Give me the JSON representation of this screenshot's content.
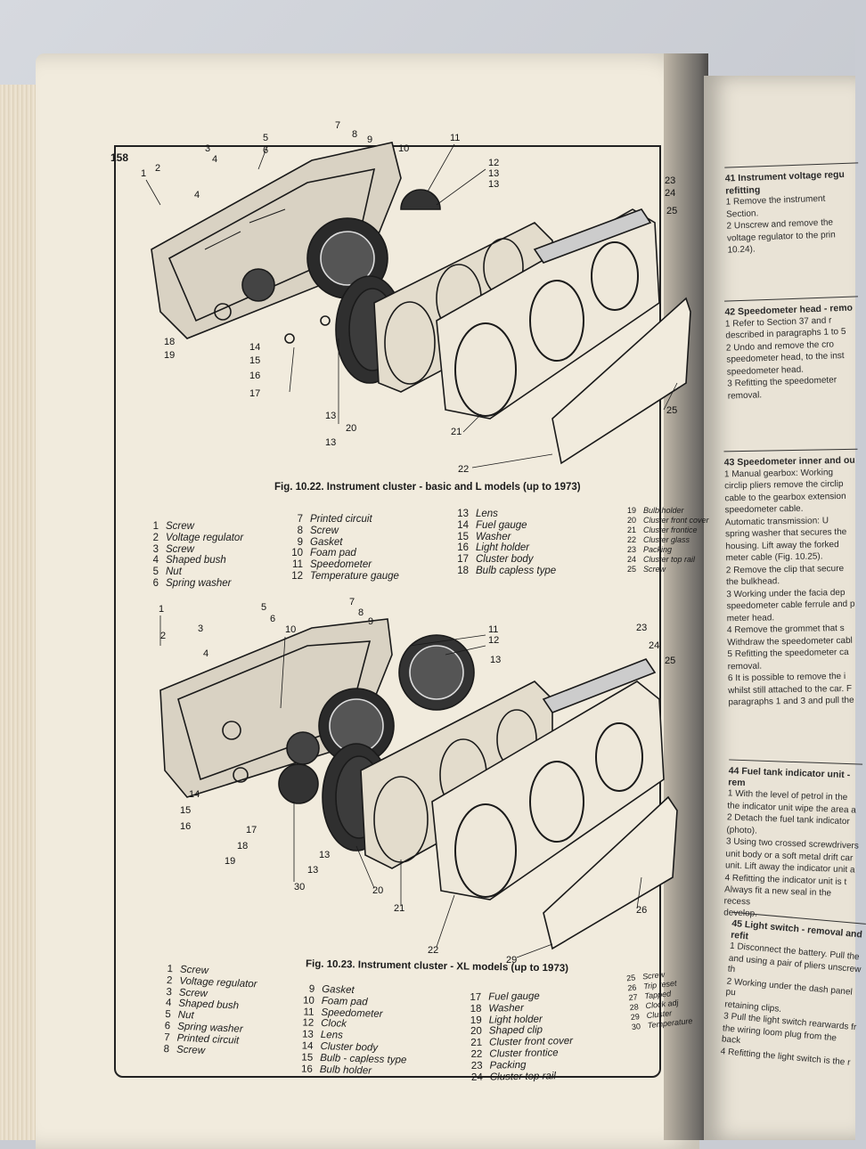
{
  "page_number": "158",
  "figure_1": {
    "caption": "Fig. 10.22. Instrument cluster - basic and L models (up to 1973)",
    "callouts": [
      "1",
      "2",
      "3",
      "4",
      "4",
      "5",
      "6",
      "7",
      "8",
      "9",
      "10",
      "11",
      "12",
      "13",
      "13",
      "13",
      "13",
      "14",
      "15",
      "16",
      "17",
      "18",
      "19",
      "20",
      "21",
      "22",
      "23",
      "24",
      "25",
      "25"
    ],
    "legend_col1": [
      [
        "1",
        "Screw"
      ],
      [
        "2",
        "Voltage regulator"
      ],
      [
        "3",
        "Screw"
      ],
      [
        "4",
        "Shaped bush"
      ],
      [
        "5",
        "Nut"
      ],
      [
        "6",
        "Spring washer"
      ]
    ],
    "legend_col2": [
      [
        "7",
        "Printed circuit"
      ],
      [
        "8",
        "Screw"
      ],
      [
        "9",
        "Gasket"
      ],
      [
        "10",
        "Foam pad"
      ],
      [
        "11",
        "Speedometer"
      ],
      [
        "12",
        "Temperature gauge"
      ]
    ],
    "legend_col3": [
      [
        "13",
        "Lens"
      ],
      [
        "14",
        "Fuel gauge"
      ],
      [
        "15",
        "Washer"
      ],
      [
        "16",
        "Light holder"
      ],
      [
        "17",
        "Cluster body"
      ],
      [
        "18",
        "Bulb capless type"
      ]
    ],
    "legend_col4": [
      [
        "19",
        "Bulb holder"
      ],
      [
        "20",
        "Cluster front cover"
      ],
      [
        "21",
        "Cluster frontice"
      ],
      [
        "22",
        "Cluster glass"
      ],
      [
        "23",
        "Packing"
      ],
      [
        "24",
        "Cluster top rail"
      ],
      [
        "25",
        "Screw"
      ]
    ]
  },
  "figure_2": {
    "caption": "Fig. 10.23. Instrument cluster - XL models (up to 1973)",
    "callouts": [
      "1",
      "2",
      "3",
      "4",
      "5",
      "6",
      "7",
      "8",
      "9",
      "10",
      "11",
      "12",
      "13",
      "13",
      "13",
      "14",
      "15",
      "16",
      "17",
      "18",
      "19",
      "20",
      "21",
      "22",
      "23",
      "24",
      "25",
      "26",
      "29",
      "30"
    ],
    "legend_col1": [
      [
        "1",
        "Screw"
      ],
      [
        "2",
        "Voltage regulator"
      ],
      [
        "3",
        "Screw"
      ],
      [
        "4",
        "Shaped bush"
      ],
      [
        "5",
        "Nut"
      ],
      [
        "6",
        "Spring washer"
      ],
      [
        "7",
        "Printed circuit"
      ],
      [
        "8",
        "Screw"
      ]
    ],
    "legend_col2": [
      [
        "9",
        "Gasket"
      ],
      [
        "10",
        "Foam pad"
      ],
      [
        "11",
        "Speedometer"
      ],
      [
        "12",
        "Clock"
      ],
      [
        "13",
        "Lens"
      ],
      [
        "14",
        "Cluster body"
      ],
      [
        "15",
        "Bulb - capless type"
      ],
      [
        "16",
        "Bulb holder"
      ]
    ],
    "legend_col3": [
      [
        "17",
        "Fuel gauge"
      ],
      [
        "18",
        "Washer"
      ],
      [
        "19",
        "Light holder"
      ],
      [
        "20",
        "Shaped clip"
      ],
      [
        "21",
        "Cluster front cover"
      ],
      [
        "22",
        "Cluster frontice"
      ],
      [
        "23",
        "Packing"
      ],
      [
        "24",
        "Cluster top rail"
      ]
    ],
    "legend_col4": [
      [
        "25",
        "Screw"
      ],
      [
        "26",
        "Trip reset"
      ],
      [
        "27",
        "Tapped"
      ],
      [
        "28",
        "Clock adj"
      ],
      [
        "29",
        "Cluster"
      ],
      [
        "30",
        "Temperature"
      ]
    ]
  },
  "right_page": {
    "s41_title": "41 Instrument voltage regu",
    "s41_title2": "refitting",
    "s41_p1": "1 Remove the instrument",
    "s41_p2": "Section.",
    "s41_p3": "2 Unscrew and remove the",
    "s41_p4": "voltage regulator to the prin",
    "s41_p5": "10.24).",
    "s42_title": "42 Speedometer head - remo",
    "s42_p1": "1 Refer to Section 37 and r",
    "s42_p2": "described in paragraphs 1 to 5",
    "s42_p3": "2 Undo and remove the cro",
    "s42_p4": "speedometer head, to the inst",
    "s42_p5": "speedometer head.",
    "s42_p6": "3 Refitting the speedometer",
    "s42_p7": "removal.",
    "s43_title": "43 Speedometer inner and ou",
    "s43_p1": "1 Manual gearbox: Working",
    "s43_p2": "circlip pliers remove the circlip",
    "s43_p3": "cable to the gearbox extension",
    "s43_p4": "speedometer cable.",
    "s43_p5": "Automatic transmission: U",
    "s43_p6": "spring washer that secures the",
    "s43_p7": "housing. Lift away the forked",
    "s43_p8": "meter cable (Fig. 10.25).",
    "s43_p9": "2 Remove the clip that secure",
    "s43_p10": "the bulkhead.",
    "s43_p11": "3 Working under the facia dep",
    "s43_p12": "speedometer cable ferrule and p",
    "s43_p13": "meter head.",
    "s43_p14": "4 Remove the grommet that s",
    "s43_p15": "Withdraw the speedometer cabl",
    "s43_p16": "5 Refitting the speedometer ca",
    "s43_p17": "removal.",
    "s43_p18": "6 It is possible to remove the i",
    "s43_p19": "whilst still attached to the car. F",
    "s43_p20": "paragraphs 1 and 3 and pull the",
    "s44_title": "44 Fuel tank indicator unit - rem",
    "s44_p1": "1 With the level of petrol in the",
    "s44_p2": "the indicator unit wipe the area a",
    "s44_p3": "2 Detach the fuel tank indicator",
    "s44_p4": "(photo).",
    "s44_p5": "3 Using two crossed screwdrivers",
    "s44_p6": "unit body or a soft metal drift car",
    "s44_p7": "unit. Lift away the indicator unit a",
    "s44_p8": "4 Refitting the indicator unit is t",
    "s44_p9": "Always fit a new seal in the recess",
    "s44_p10": "develop.",
    "s45_title": "45 Light switch - removal and refit",
    "s45_p1": "1 Disconnect the battery. Pull the",
    "s45_p2": "and using a pair of pliers unscrew th",
    "s45_p3": "2 Working under the dash panel pu",
    "s45_p4": "retaining clips.",
    "s45_p5": "3 Pull the light switch rearwards fr",
    "s45_p6": "the wiring loom plug from the back",
    "s45_p7": "4 Refitting the light switch is the r"
  }
}
